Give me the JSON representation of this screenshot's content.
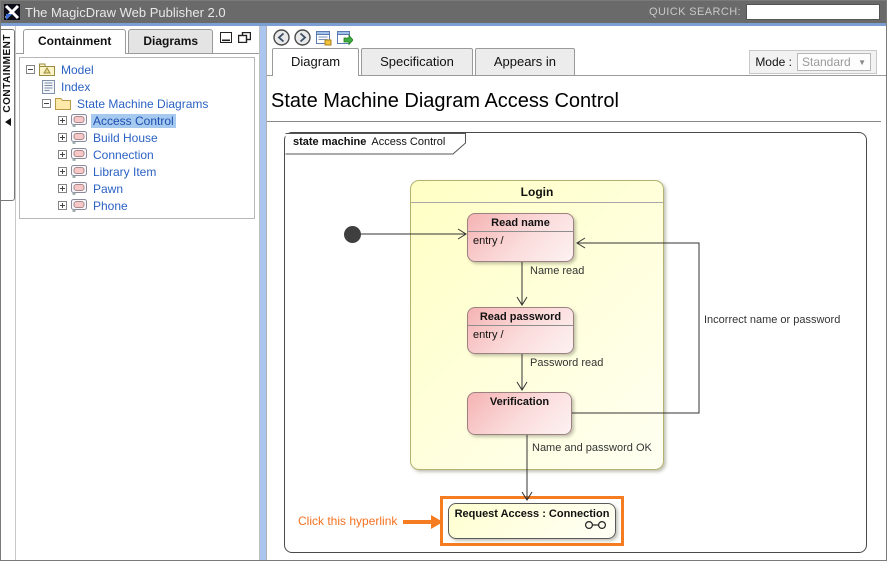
{
  "titlebar": {
    "title": "The MagicDraw Web Publisher 2.0",
    "quick_search_label": "QUICK SEARCH:",
    "quick_search_value": ""
  },
  "sidebar": {
    "collapse_tab_label": "CONTAINMENT",
    "tabs": [
      {
        "label": "Containment"
      },
      {
        "label": "Diagrams"
      }
    ],
    "tree": [
      {
        "label": "Model",
        "icon": "package",
        "expander": "minus"
      },
      {
        "label": "Index",
        "icon": "document",
        "expander": "none"
      },
      {
        "label": "State Machine Diagrams",
        "icon": "folder",
        "expander": "minus"
      },
      {
        "label": "Access Control",
        "icon": "state-machine-diagram",
        "expander": "plus",
        "selected": true
      },
      {
        "label": "Build House",
        "icon": "state-machine-diagram",
        "expander": "plus"
      },
      {
        "label": "Connection",
        "icon": "state-machine-diagram",
        "expander": "plus"
      },
      {
        "label": "Library Item",
        "icon": "state-machine-diagram",
        "expander": "plus"
      },
      {
        "label": "Pawn",
        "icon": "state-machine-diagram",
        "expander": "plus"
      },
      {
        "label": "Phone",
        "icon": "state-machine-diagram",
        "expander": "plus"
      }
    ]
  },
  "main": {
    "toolbar_icons": [
      "back",
      "forward",
      "specification",
      "open-in-new-window"
    ],
    "tabs": [
      {
        "label": "Diagram"
      },
      {
        "label": "Specification"
      },
      {
        "label": "Appears in"
      }
    ],
    "mode": {
      "label": "Mode :",
      "value": "Standard"
    },
    "page_title": "State Machine Diagram Access Control"
  },
  "diagram": {
    "frame_keyword": "state machine",
    "frame_name": "Access Control",
    "login_state": {
      "title": "Login"
    },
    "states": {
      "read_name": {
        "title": "Read name",
        "entry": "entry /"
      },
      "read_password": {
        "title": "Read password",
        "entry": "entry /"
      },
      "verification": {
        "title": "Verification"
      },
      "request_access": {
        "title": "Request Access : Connection"
      }
    },
    "transitions": {
      "name_read": "Name read",
      "password_read": "Password read",
      "incorrect": "Incorrect name or password",
      "ok": "Name and password OK"
    },
    "annotation": "Click this hyperlink",
    "colors": {
      "highlight_orange": "#F57C20",
      "composite_state_fill": "#FFFFC4",
      "substate_fill": "#F5B3B3",
      "titlebar_gray": "#6A6A6A",
      "divider_blue": "#AAC6EE",
      "tree_text_blue": "#2B62C4"
    }
  }
}
